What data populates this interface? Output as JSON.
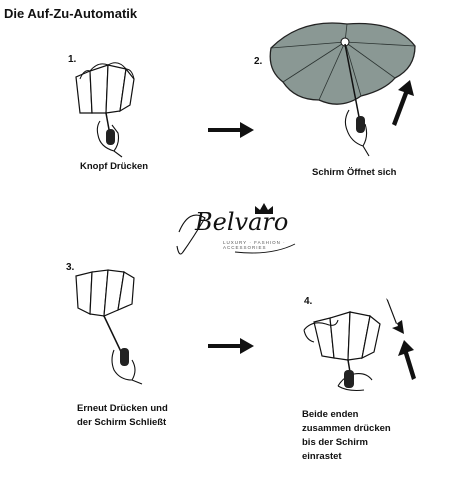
{
  "title": "Die Auf-Zu-Automatik",
  "steps": [
    {
      "number": "1.",
      "caption": "Knopf Drücken"
    },
    {
      "number": "2.",
      "caption": "Schirm Öffnet sich"
    },
    {
      "number": "3.",
      "caption_lines": [
        "Erneut Drücken und",
        "der Schirm Schließt"
      ]
    },
    {
      "number": "4.",
      "caption_lines": [
        "Beide enden",
        "zusammen drücken",
        "bis der Schirm",
        "einrastet"
      ]
    }
  ],
  "brand": {
    "name": "Belvaro",
    "tagline": "LUXURY · FASHION · ACCESSORIES"
  },
  "colors": {
    "canopy": "#8a9894",
    "ink": "#111111"
  },
  "icons": [
    "arrow-right-icon",
    "arrow-up-icon",
    "arrow-down-icon",
    "crown-icon",
    "hand-icon",
    "umbrella-icon"
  ]
}
